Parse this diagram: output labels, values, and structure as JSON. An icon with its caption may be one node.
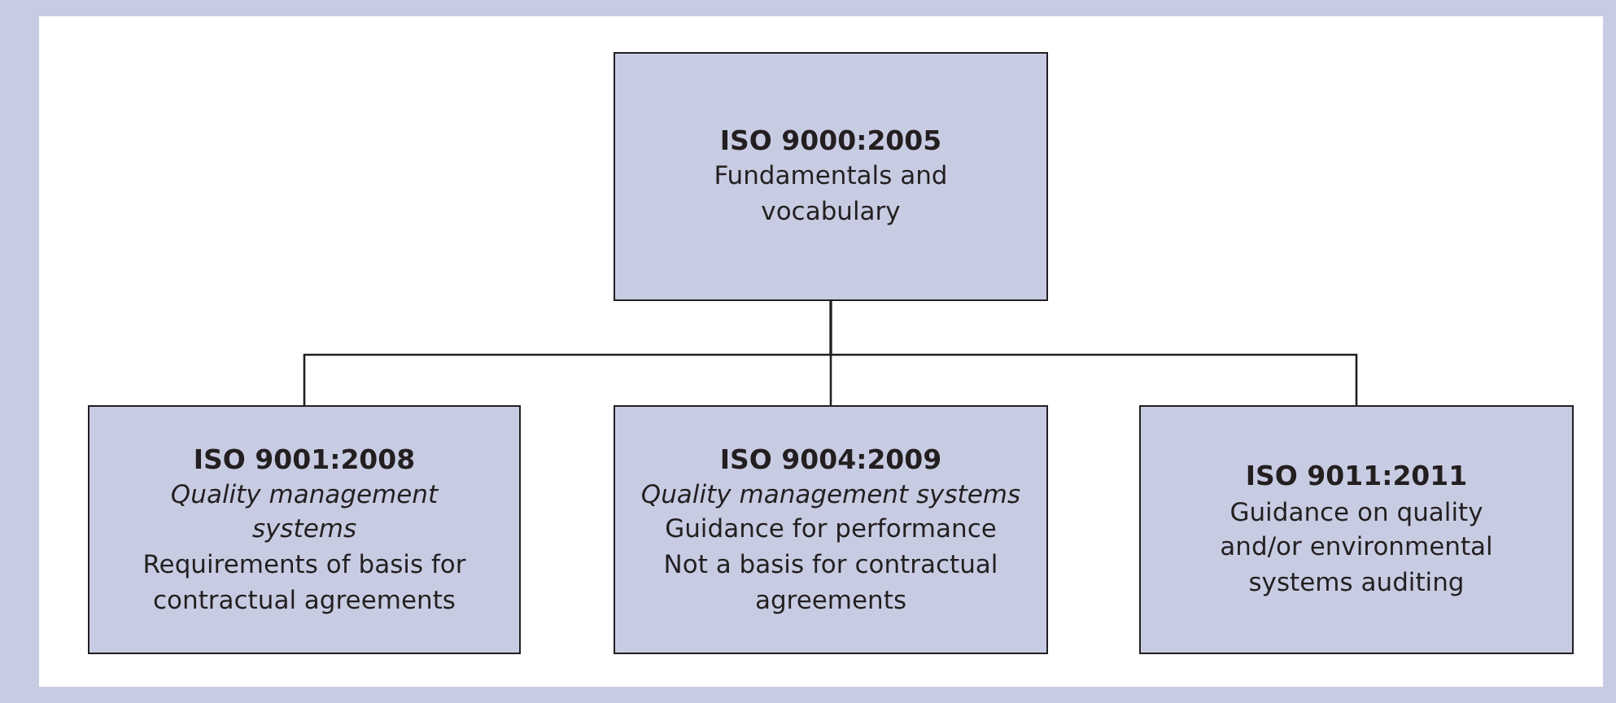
{
  "diagram": {
    "nodes": [
      {
        "text": [
          "ISO 9000:2005",
          "Fundamentals and vocabulary"
        ]
      },
      {
        "text": [
          "ISO 9001:2008",
          "Quality management systems",
          "Requirements of basis for contractual agreements"
        ]
      },
      {
        "text": [
          "ISO 9004:2009",
          "Quality management systems",
          "Guidance for performance",
          "Not a basis for contractual agreements"
        ]
      },
      {
        "text": [
          "ISO 9011:2011",
          "Guidance on quality and/or environmental systems auditing"
        ]
      }
    ],
    "edges": [
      {
        "from": 0,
        "to": 1,
        "arrow": "none"
      },
      {
        "from": 0,
        "to": 2,
        "arrow": "none"
      },
      {
        "from": 0,
        "to": 3,
        "arrow": "none"
      }
    ]
  }
}
